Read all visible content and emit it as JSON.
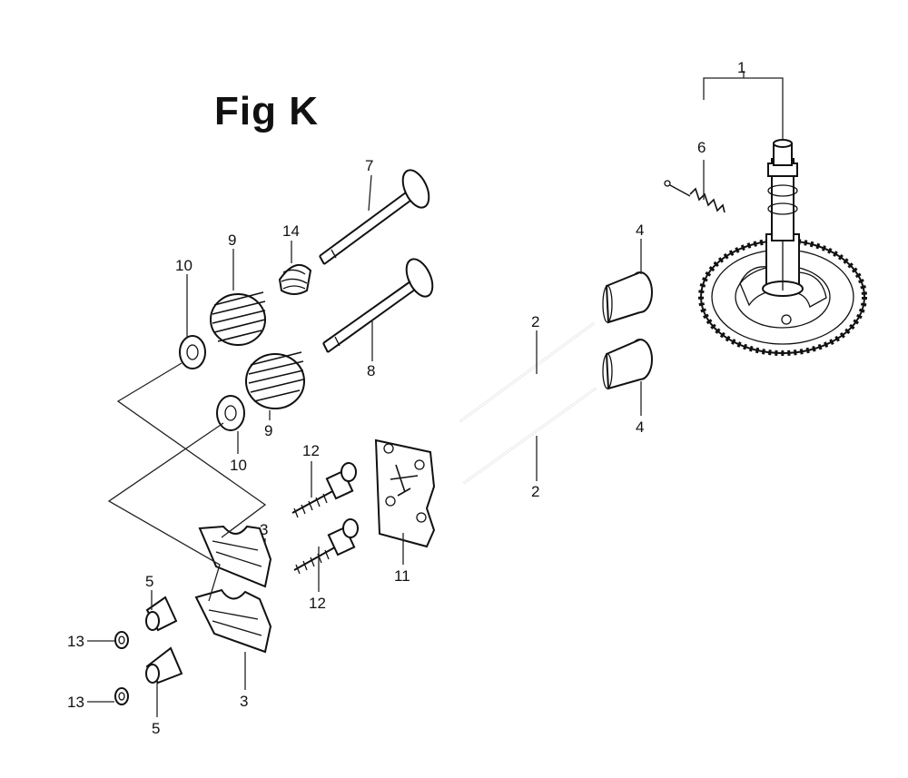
{
  "figure": {
    "title": "Fig K"
  },
  "callouts": {
    "c1": "1",
    "c6": "6",
    "c7": "7",
    "c14": "14",
    "c9a": "9",
    "c10a": "10",
    "c8": "8",
    "c4a": "4",
    "c4b": "4",
    "c2a": "2",
    "c2b": "2",
    "c10b": "10",
    "c9b": "9",
    "c12a": "12",
    "c12b": "12",
    "c3a": "3",
    "c3b": "3",
    "c11": "11",
    "c5a": "5",
    "c5b": "5",
    "c13a": "13",
    "c13b": "13"
  }
}
